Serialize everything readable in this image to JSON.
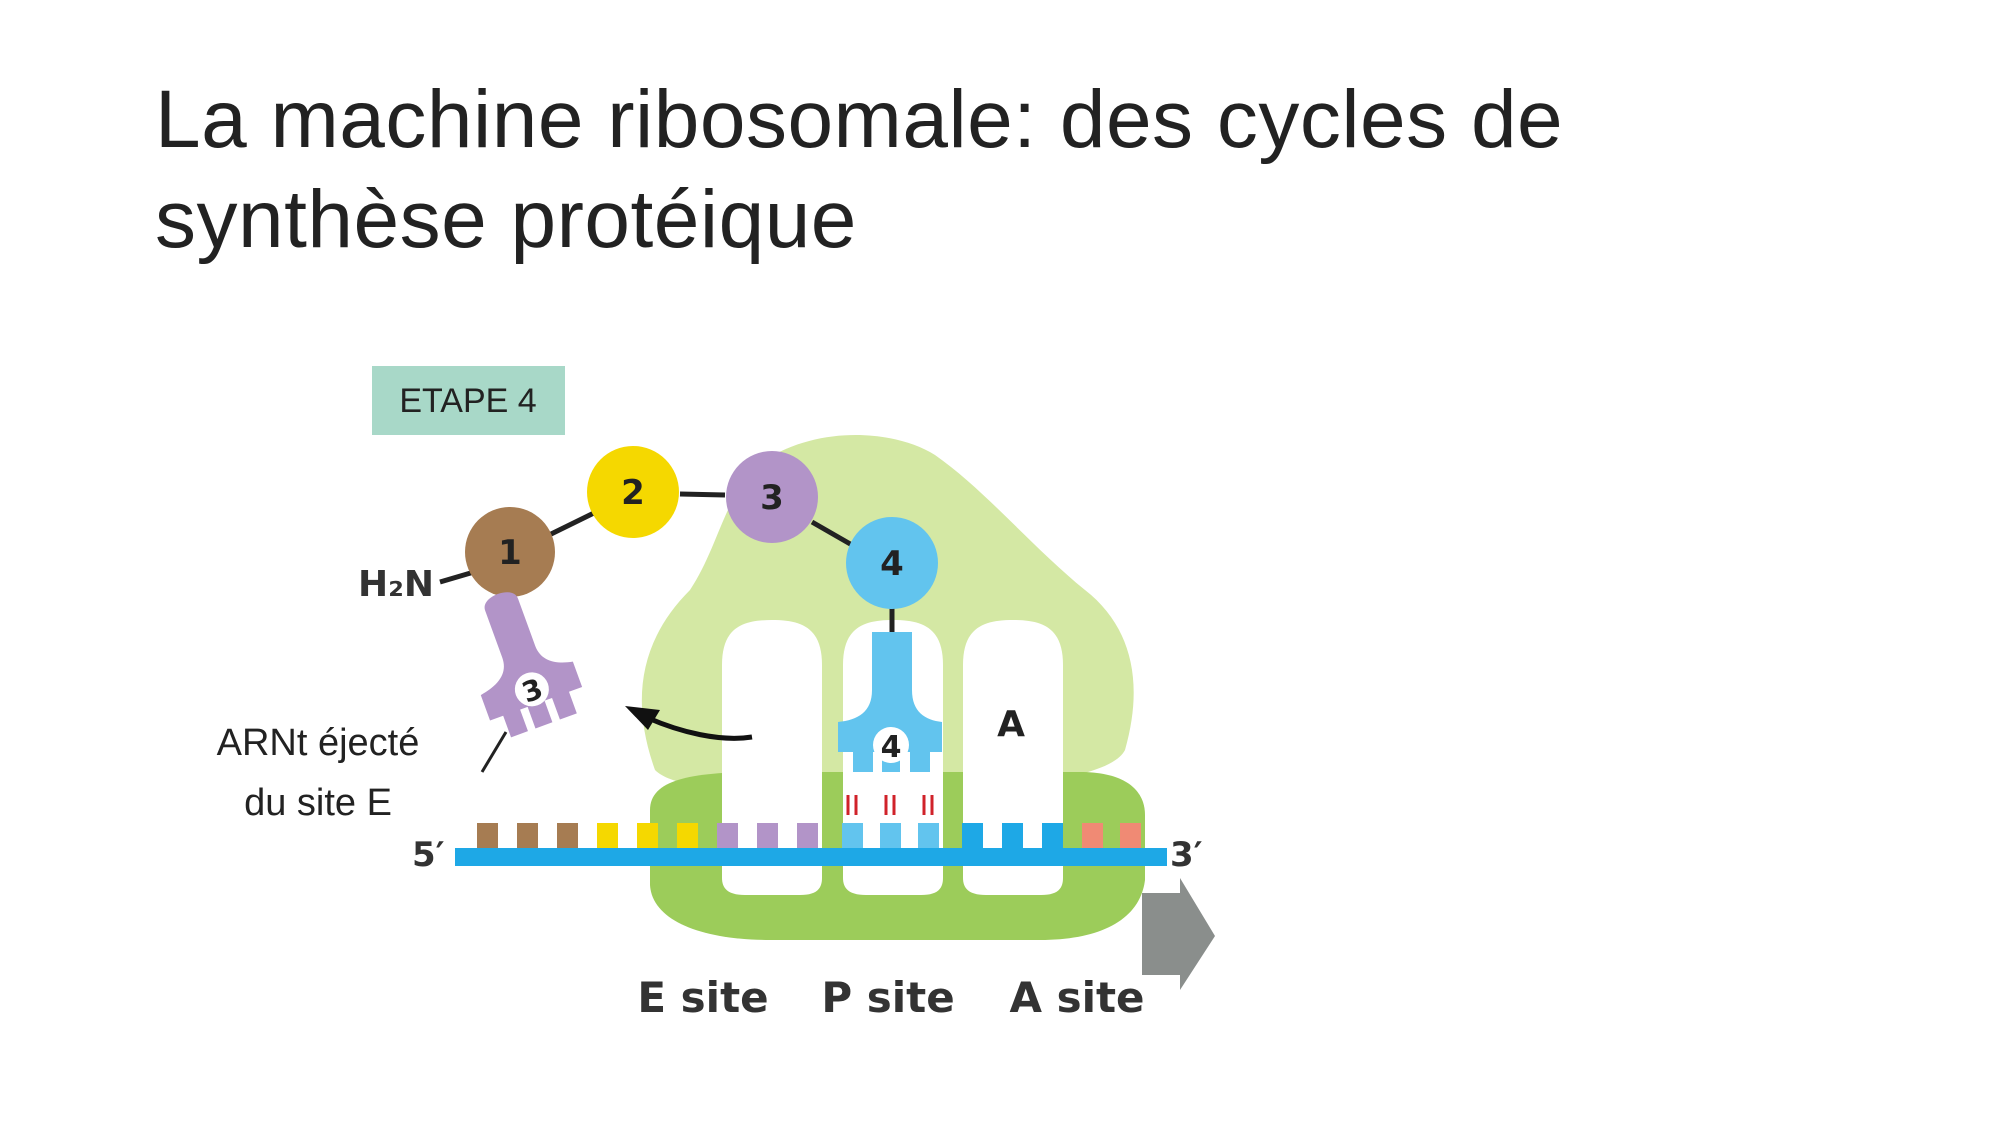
{
  "title": {
    "line1": "La machine ribosomale: des cycles de",
    "line2": "synthèse protéique"
  },
  "diagram": {
    "step_badge": "ETAPE 4",
    "amino_group": "H₂N",
    "amino_acids": [
      {
        "label": "1",
        "color": "#a67c52"
      },
      {
        "label": "2",
        "color": "#f5d800"
      },
      {
        "label": "3",
        "color": "#b294c8"
      },
      {
        "label": "4",
        "color": "#62c4ee"
      }
    ],
    "ejected_trna": {
      "label": "3",
      "color": "#b294c8"
    },
    "p_site_trna": {
      "label": "4",
      "color": "#62c4ee"
    },
    "a_site_letter": "A",
    "ejected_caption_line1": "ARNt éjecté",
    "ejected_caption_line2": "du site E",
    "mrna_5prime": "5′",
    "mrna_3prime": "3′",
    "site_labels": [
      "E site",
      "P site",
      "A site"
    ],
    "colors": {
      "ribosome_large": "#d4e8a4",
      "ribosome_small": "#9ccc5a",
      "mrna": "#1ea8e6",
      "badge": "#a8d8c8",
      "arrow": "#8a8e8c",
      "pair_lines": "#d0222a"
    }
  }
}
